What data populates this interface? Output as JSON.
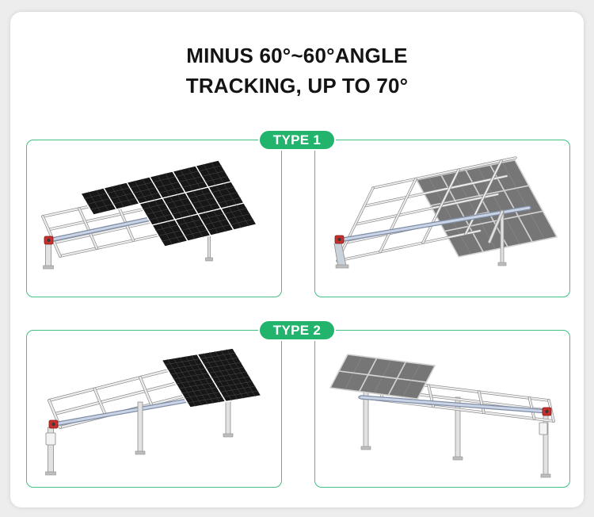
{
  "title": {
    "line1": "MINUS 60°~60°ANGLE",
    "line2": "TRACKING, UP TO 70°"
  },
  "sections": [
    {
      "badge": "TYPE 1"
    },
    {
      "badge": "TYPE 2"
    }
  ],
  "colors": {
    "accent": "#22b46c",
    "panel_border": "#45bf82",
    "title_text": "#141414"
  }
}
